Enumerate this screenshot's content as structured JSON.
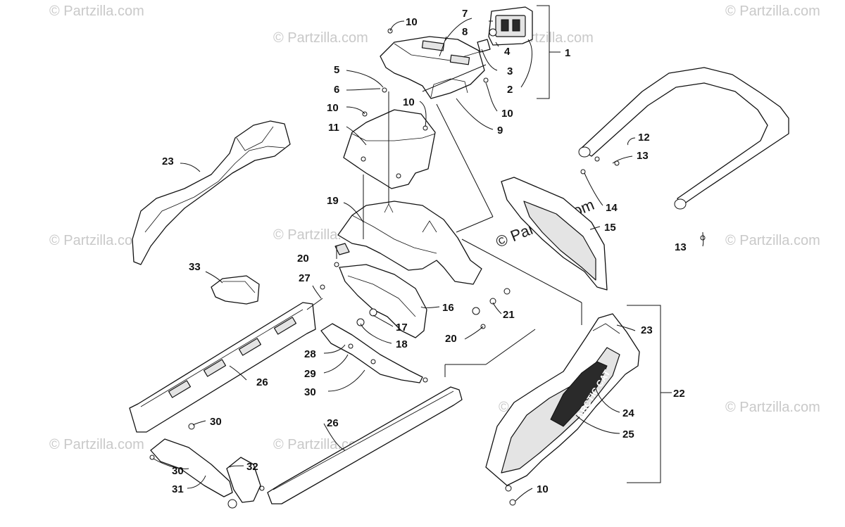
{
  "watermark": {
    "text": "© Partzilla.com",
    "center_text": "© Partzilla.com"
  },
  "decal_text": "ARCTIC CAT",
  "callouts": [
    {
      "id": "c1",
      "label": "1"
    },
    {
      "id": "c2",
      "label": "2"
    },
    {
      "id": "c3",
      "label": "3"
    },
    {
      "id": "c4",
      "label": "4"
    },
    {
      "id": "c5",
      "label": "5"
    },
    {
      "id": "c6",
      "label": "6"
    },
    {
      "id": "c7",
      "label": "7"
    },
    {
      "id": "c8",
      "label": "8"
    },
    {
      "id": "c9",
      "label": "9"
    },
    {
      "id": "c10a",
      "label": "10"
    },
    {
      "id": "c10b",
      "label": "10"
    },
    {
      "id": "c10c",
      "label": "10"
    },
    {
      "id": "c10d",
      "label": "10"
    },
    {
      "id": "c10e",
      "label": "10"
    },
    {
      "id": "c11",
      "label": "11"
    },
    {
      "id": "c12",
      "label": "12"
    },
    {
      "id": "c13a",
      "label": "13"
    },
    {
      "id": "c13b",
      "label": "13"
    },
    {
      "id": "c14",
      "label": "14"
    },
    {
      "id": "c15",
      "label": "15"
    },
    {
      "id": "c16",
      "label": "16"
    },
    {
      "id": "c17",
      "label": "17"
    },
    {
      "id": "c18",
      "label": "18"
    },
    {
      "id": "c19",
      "label": "19"
    },
    {
      "id": "c20a",
      "label": "20"
    },
    {
      "id": "c20b",
      "label": "20"
    },
    {
      "id": "c21",
      "label": "21"
    },
    {
      "id": "c22",
      "label": "22"
    },
    {
      "id": "c23a",
      "label": "23"
    },
    {
      "id": "c23b",
      "label": "23"
    },
    {
      "id": "c24",
      "label": "24"
    },
    {
      "id": "c25",
      "label": "25"
    },
    {
      "id": "c26a",
      "label": "26"
    },
    {
      "id": "c26b",
      "label": "26"
    },
    {
      "id": "c27",
      "label": "27"
    },
    {
      "id": "c28",
      "label": "28"
    },
    {
      "id": "c29",
      "label": "29"
    },
    {
      "id": "c30a",
      "label": "30"
    },
    {
      "id": "c30b",
      "label": "30"
    },
    {
      "id": "c30c",
      "label": "30"
    },
    {
      "id": "c31",
      "label": "31"
    },
    {
      "id": "c32",
      "label": "32"
    },
    {
      "id": "c33",
      "label": "33"
    }
  ]
}
